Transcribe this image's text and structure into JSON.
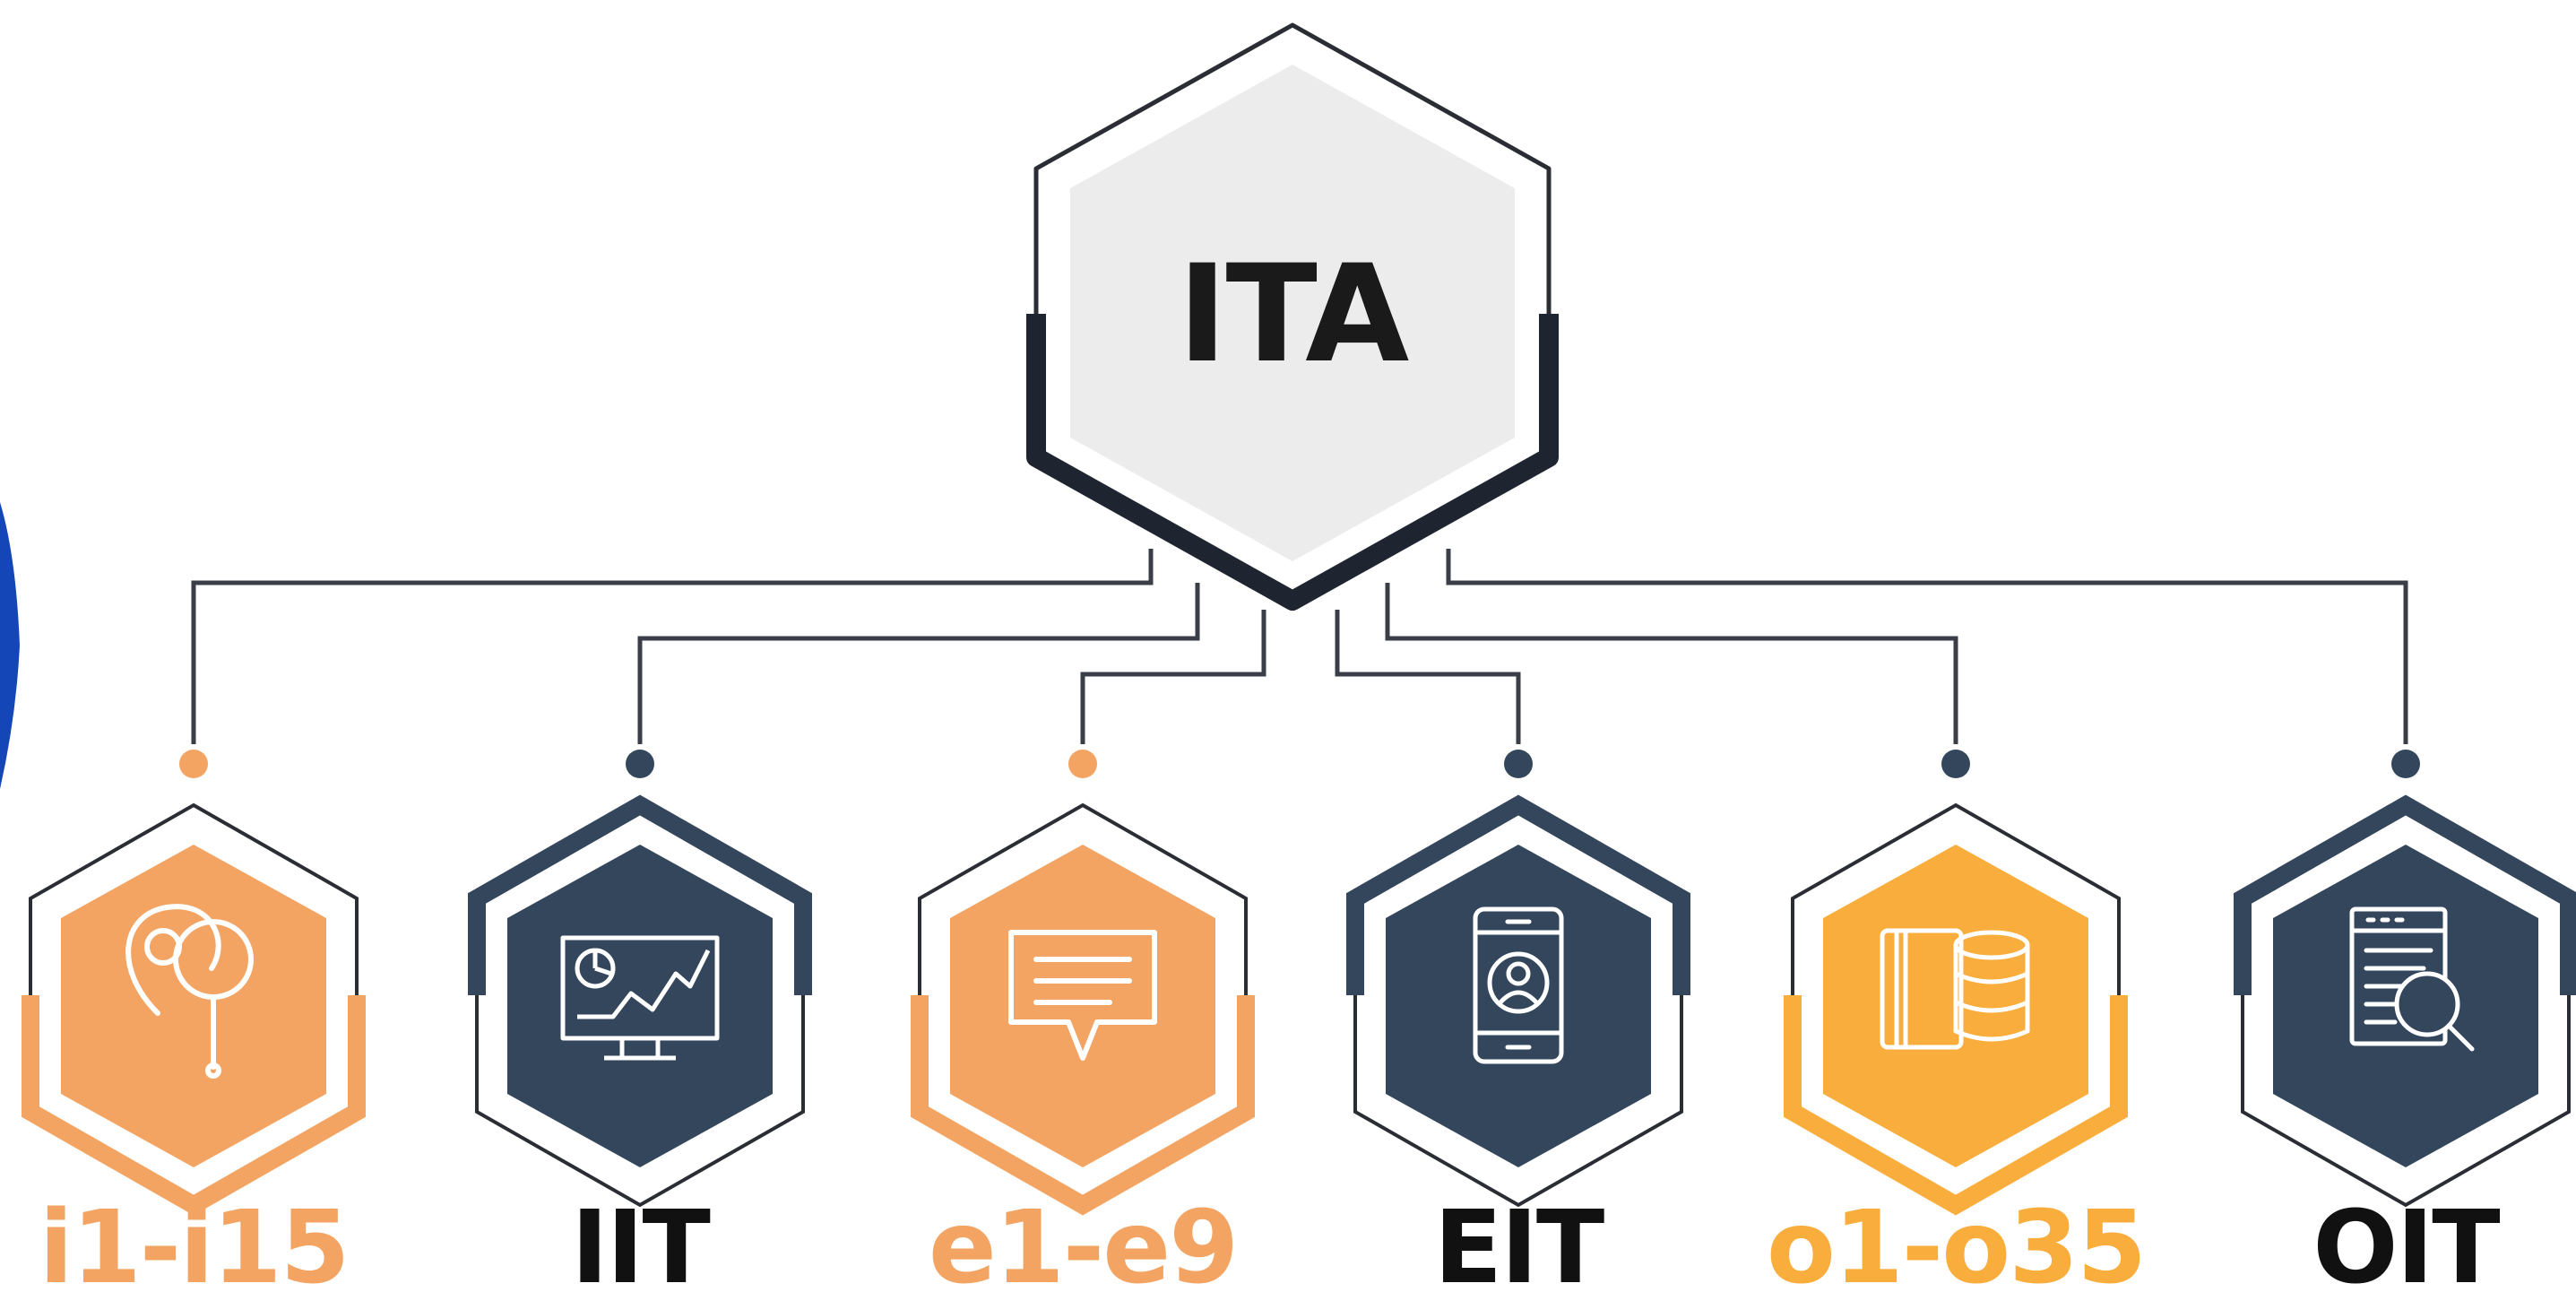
{
  "root": {
    "label": "ITA"
  },
  "nodes": [
    {
      "label": "i1-i15",
      "theme": "orange",
      "icon": "location-search-icon"
    },
    {
      "label": "IIT",
      "theme": "navy",
      "icon": "monitor-chart-icon"
    },
    {
      "label": "e1-e9",
      "theme": "orange",
      "icon": "speech-bubble-icon"
    },
    {
      "label": "EIT",
      "theme": "navy",
      "icon": "smartphone-user-icon"
    },
    {
      "label": "o1-o35",
      "theme": "gold",
      "icon": "card-database-icon"
    },
    {
      "label": "OIT",
      "theme": "navy",
      "icon": "document-search-icon"
    }
  ],
  "colors": {
    "navy": "#34465c",
    "dark": "#1e2530",
    "orange": "#f3a462",
    "gold": "#f9ad3c",
    "line": "#3a3f47",
    "root_fill": "#ececec",
    "outline": "#2a2d33",
    "side_accent": "#1446b8"
  }
}
